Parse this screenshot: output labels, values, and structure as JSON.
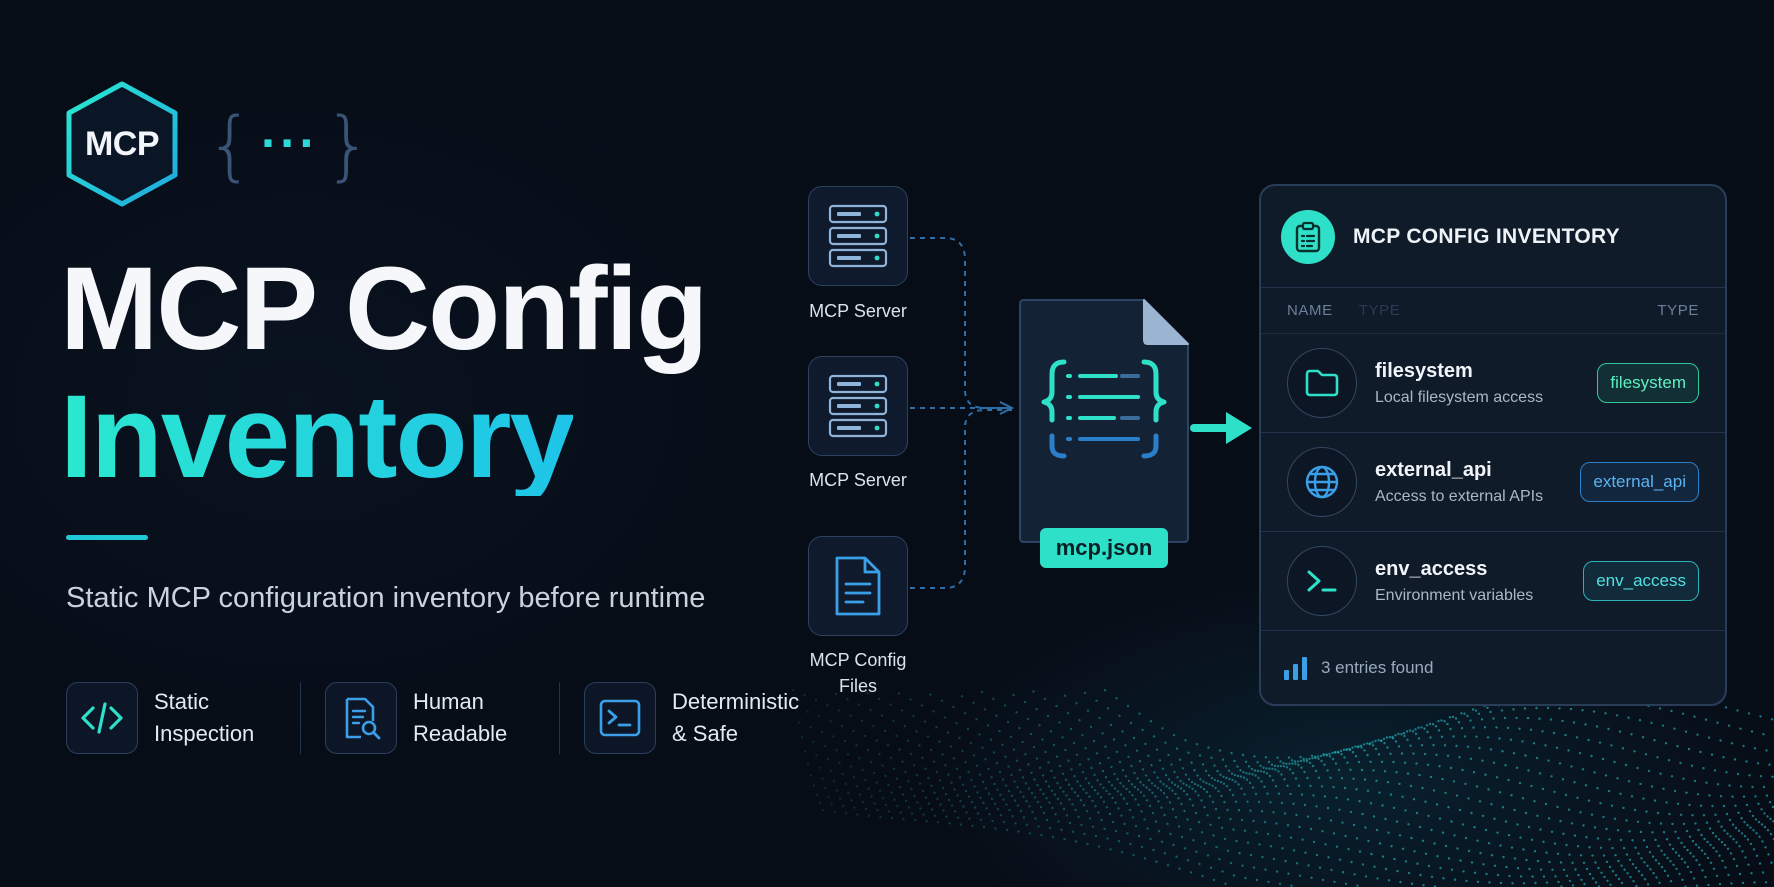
{
  "logo": {
    "text": "MCP",
    "ellipsis": "···",
    "brace_open": "{",
    "brace_close": "}"
  },
  "hero": {
    "title_line1": "MCP Config",
    "title_line2": "Inventory",
    "subtitle": "Static MCP configuration inventory before runtime"
  },
  "features": [
    {
      "icon": "code-icon",
      "line1": "Static",
      "line2": "Inspection"
    },
    {
      "icon": "document-search-icon",
      "line1": "Human",
      "line2": "Readable"
    },
    {
      "icon": "terminal-icon",
      "line1": "Deterministic",
      "line2": "& Safe"
    }
  ],
  "sources": [
    {
      "icon": "server-icon",
      "label": "MCP Server"
    },
    {
      "icon": "server-icon",
      "label": "MCP Server"
    },
    {
      "icon": "file-icon",
      "label_line1": "MCP Config",
      "label_line2": "Files"
    }
  ],
  "file": {
    "label": "mcp.json"
  },
  "colors": {
    "accent": "#2fe0c9",
    "background": "#070d17",
    "panel": "#101b2a",
    "blue": "#2c7fc9"
  },
  "panel": {
    "title": "MCP CONFIG INVENTORY",
    "col_name": "NAME",
    "col_type_faded": "TYPE",
    "col_type": "TYPE",
    "rows": [
      {
        "icon": "folder-icon",
        "name": "filesystem",
        "desc": "Local filesystem access",
        "tag": "filesystem"
      },
      {
        "icon": "globe-icon",
        "name": "external_api",
        "desc": "Access to external APIs",
        "tag": "external_api"
      },
      {
        "icon": "terminal-icon",
        "name": "env_access",
        "desc": "Environment variables",
        "tag": "env_access"
      }
    ],
    "footer": "3 entries found"
  }
}
